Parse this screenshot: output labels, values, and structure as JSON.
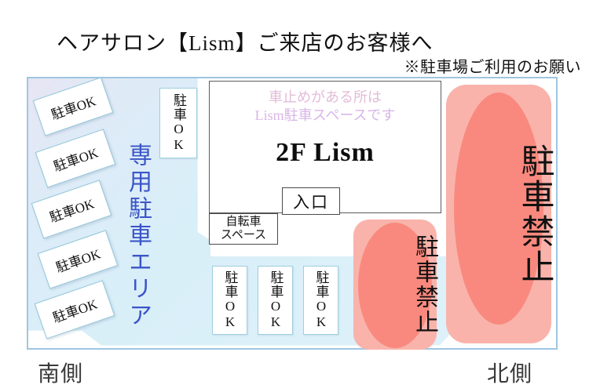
{
  "header": {
    "title": "ヘアサロン【Lism】ご来店のお客様へ",
    "subtitle": "※駐車場ご利用のお願い"
  },
  "map": {
    "exclusive_area_label": "専用駐車エリア",
    "tilted_slots": [
      {
        "label": "駐車OK"
      },
      {
        "label": "駐車OK"
      },
      {
        "label": "駐車OK"
      },
      {
        "label": "駐車OK"
      },
      {
        "label": "駐車OK"
      }
    ],
    "vertical_slot_top": {
      "label": "駐車OK"
    },
    "bottom_slots": [
      {
        "label": "駐車OK"
      },
      {
        "label": "駐車OK"
      },
      {
        "label": "駐車OK"
      }
    ],
    "building": {
      "note_line_1": "車止めがある所は",
      "note_line_2": "Lism駐車スペースです",
      "name": "2F Lism"
    },
    "entrance_label": "入口",
    "bicycle_space": {
      "line_1": "自転車",
      "line_2": "スペース"
    },
    "no_parking_zones": [
      {
        "label": "駐車禁止"
      },
      {
        "label": "駐車禁止"
      }
    ],
    "side_labels": {
      "south": "南側",
      "north": "北側"
    }
  },
  "colors": {
    "frame_border": "#9ec6e0",
    "parking_area_fill": "#d7eef8",
    "exclusive_text": "#3b55c8",
    "no_parking_panel": "#f9b3ab",
    "no_parking_ellipse": "#f9897e",
    "building_note": "#dcb8e6",
    "slot_border": "#8fc4d8"
  }
}
